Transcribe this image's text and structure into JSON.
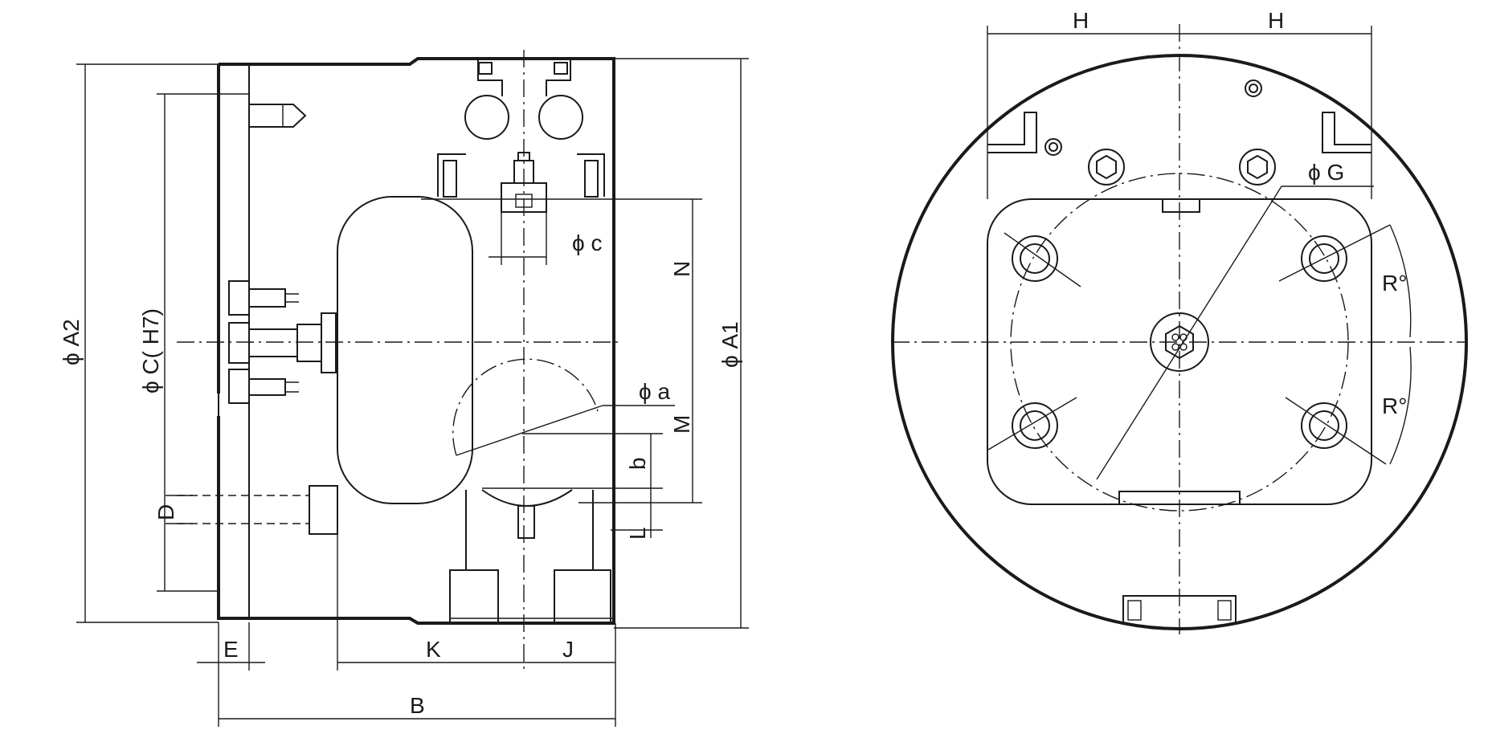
{
  "drawing": {
    "side_view": {
      "labels": {
        "A2": "ϕ A2",
        "C": "ϕ C( H7)",
        "D": "D",
        "E": "E",
        "K": "K",
        "J": "J",
        "B": "B",
        "c": "ϕ c",
        "N": "N",
        "A1": "ϕ A1",
        "a": "ϕ a",
        "M": "M",
        "b": "b",
        "L": "L"
      }
    },
    "front_view": {
      "labels": {
        "H_left": "H",
        "H_right": "H",
        "G": "ϕ G",
        "R_top": "R°",
        "R_bottom": "R°"
      }
    },
    "colors": {
      "line": "#1a1a1a",
      "background": "#ffffff"
    }
  }
}
